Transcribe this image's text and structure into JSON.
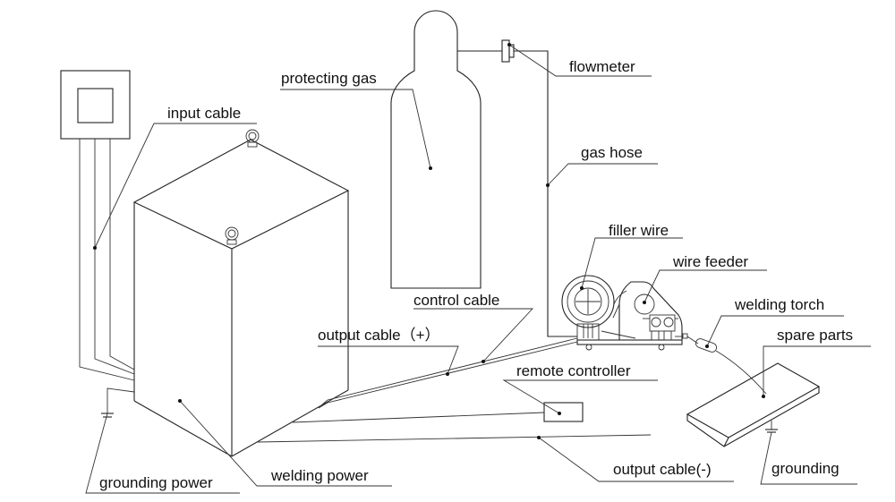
{
  "title": "MIG welding system connection diagram",
  "labels": {
    "input_cable": "input cable",
    "protecting_gas": "protecting gas",
    "flowmeter": "flowmeter",
    "gas_hose": "gas hose",
    "filler_wire": "filler wire",
    "wire_feeder": "wire feeder",
    "control_cable": "control cable",
    "welding_torch": "welding torch",
    "output_cable_positive": "output cable（+）",
    "spare_parts": "spare parts",
    "remote_controller": "remote controller",
    "grounding_power": "grounding power",
    "welding_power": "welding power",
    "output_cable_negative": "output cable(-)",
    "grounding": "grounding"
  },
  "colors": {
    "line": "#222222",
    "text": "#111111",
    "background": "#ffffff"
  }
}
